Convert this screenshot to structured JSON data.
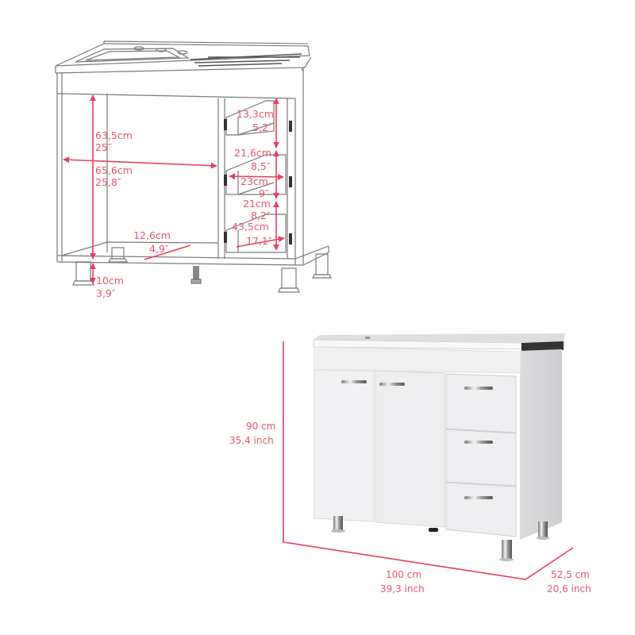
{
  "colors": {
    "dimension_line": "#e8405a",
    "dimension_text": "#e8556b",
    "outline": "#7a7a7a",
    "cabinet_white": "#f2f2f3",
    "cabinet_shade": "#e2e2e4",
    "countertop_dark": "#333333"
  },
  "line_drawing": {
    "interior_height": {
      "cm": "63,5cm",
      "inch": "25″"
    },
    "interior_width": {
      "cm": "65,6cm",
      "inch": "25,8″"
    },
    "bottom_depth": {
      "cm": "12,6cm",
      "inch": "4,9″"
    },
    "leg_height": {
      "cm": "10cm",
      "inch": "3,9″"
    },
    "drawer_1_height": {
      "cm": "13,3cm",
      "inch": "5,2″"
    },
    "drawer_2_height": {
      "cm": "21,6cm",
      "inch": "8,5″"
    },
    "drawer_width": {
      "cm": "23cm",
      "inch": "9″"
    },
    "drawer_3_height": {
      "cm": "21cm",
      "inch": "8,2″"
    },
    "drawer_depth": {
      "cm": "43,5cm",
      "inch": "17,1″"
    }
  },
  "product_view": {
    "height": {
      "cm": "90 cm",
      "inch": "35,4 inch"
    },
    "width": {
      "cm": "100 cm",
      "inch": "39,3 inch"
    },
    "depth": {
      "cm": "52,5 cm",
      "inch": "20,6 inch"
    }
  }
}
